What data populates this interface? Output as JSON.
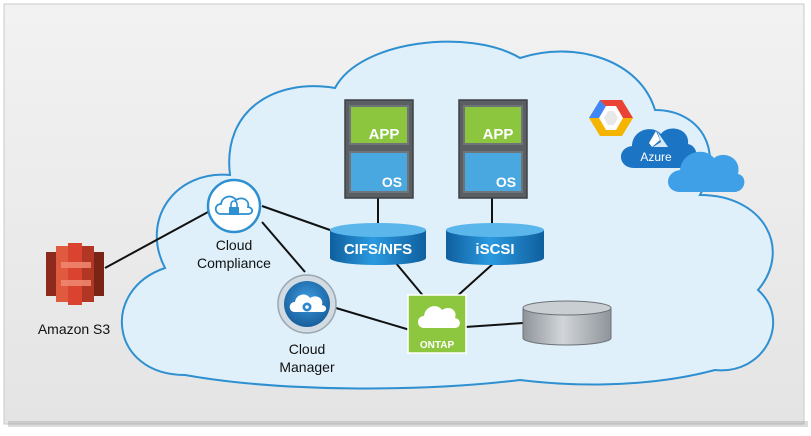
{
  "labels": {
    "amazon_s3": "Amazon S3",
    "cloud_compliance": [
      "Cloud",
      "Compliance"
    ],
    "cloud_manager": [
      "Cloud",
      "Manager"
    ],
    "cifs_nfs": "CIFS/NFS",
    "iscsi": "iSCSI",
    "ontap": "ONTAP",
    "app": "APP",
    "os": "OS",
    "azure": "Azure"
  },
  "icons": {
    "s3": "amazon-s3-icon",
    "compliance": "cloud-lock-icon",
    "manager": "cloud-gear-icon",
    "ontap": "ontap-cloud-icon",
    "gcp": "google-cloud-icon",
    "azure": "azure-icon"
  },
  "colors": {
    "cloud_fill": "#dff0fa",
    "cloud_stroke": "#2e8fd1",
    "volume_blue": "#1b82c9",
    "app_green": "#8cc63f",
    "os_blue": "#4aa8e0",
    "server_gray": "#5a5f64",
    "ontap_green": "#8dc63f",
    "s3_red": "#d9432f",
    "disk_gray": "#b9bec3",
    "line": "#111111"
  }
}
